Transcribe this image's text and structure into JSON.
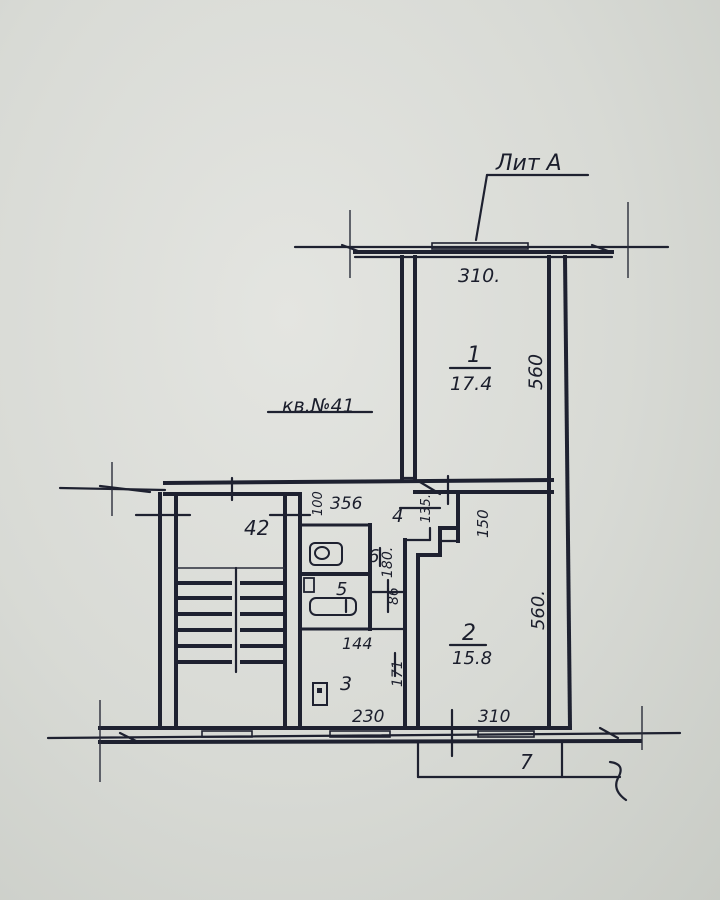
{
  "labels": {
    "lit": "Лит А",
    "apartment": "кв.№41",
    "room1_num": "1",
    "room1_area": "17.4",
    "room2_num": "2",
    "room2_area": "15.8",
    "room3_num": "3",
    "room4_num": "4",
    "room5_num": "5",
    "room6_num": "6",
    "room7_num": "7",
    "stair_num": "42"
  },
  "dimensions": {
    "top_width": "310.",
    "room1_height": "560",
    "room2_height": "560.",
    "room2_width": "310",
    "hall_length": "356",
    "d100": "100",
    "d135": "135.",
    "d150": "150",
    "d180": "180.",
    "d86": "86",
    "d144": "144",
    "d171": "171",
    "d230": "230"
  },
  "colors": {
    "ink": "#1e2130",
    "paper": "#dcded9"
  }
}
